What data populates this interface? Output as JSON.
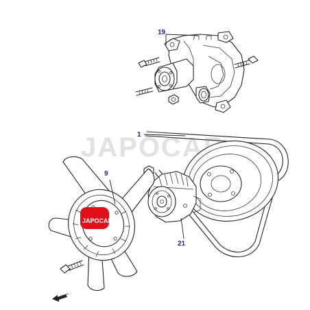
{
  "parts": [
    {
      "id": "water-pump",
      "number": "19"
    },
    {
      "id": "belt",
      "number": "1"
    },
    {
      "id": "fan",
      "number": "9"
    },
    {
      "id": "fan-clutch",
      "number": "21"
    }
  ],
  "watermark": {
    "text": "JAPOCAR"
  },
  "logo": {
    "text": "JAPOCAR",
    "color": "#e0101b"
  },
  "colors": {
    "label": "#1a2a8a",
    "line": "#222222",
    "watermark": "#dcdcdc"
  },
  "icons": {
    "direction": "arrow-icon"
  }
}
